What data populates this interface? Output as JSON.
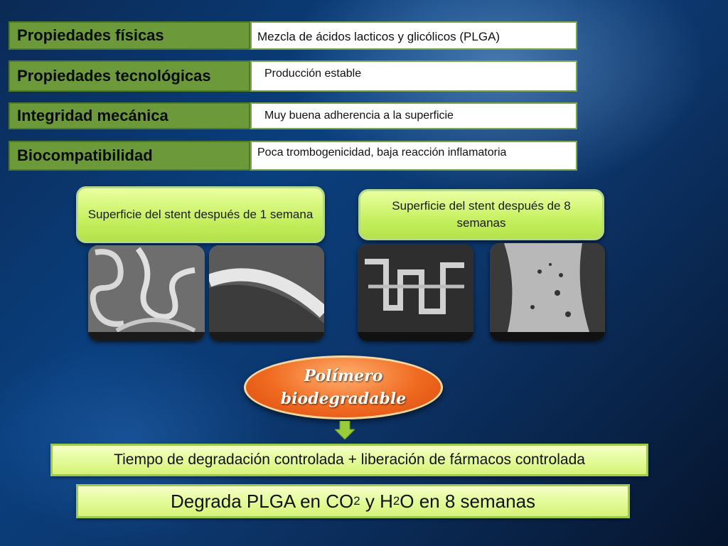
{
  "properties": [
    {
      "label": "Propiedades físicas",
      "value": "Mezcla de ácidos lacticos y glicólicos (PLGA)"
    },
    {
      "label": "Propiedades tecnológicas",
      "value": "Producción estable"
    },
    {
      "label": "Integridad mecánica",
      "value": "Muy buena adherencia a la superficie"
    },
    {
      "label": "Biocompatibilidad",
      "value": "Poca trombogenicidad, baja reacción inflamatoria"
    }
  ],
  "bubbles": {
    "week1": "Superficie del stent después de 1 semana",
    "week8": "Superficie del stent después de 8 semanas"
  },
  "polymer": {
    "line1": "Polímero",
    "line2": "biodegradable"
  },
  "degradation_time": "Tiempo de degradación controlada + liberación de fármacos controlada",
  "degrada": {
    "prefix": "Degrada PLGA en CO",
    "sub1": "2",
    "middle": " y H",
    "sub2": "2",
    "suffix": "O en 8 semanas"
  },
  "colors": {
    "label_green": "#6c9a3a",
    "bubble_green": "#c6f060",
    "oval_orange": "#f06a20"
  }
}
